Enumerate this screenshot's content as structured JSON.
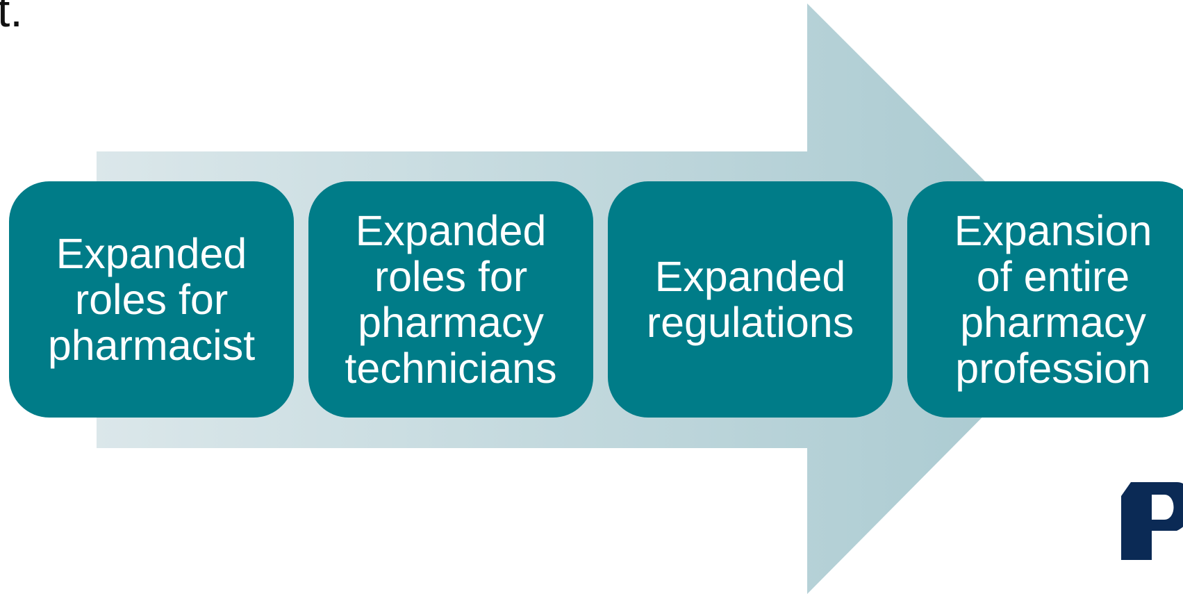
{
  "slide": {
    "clipped_text": "t."
  },
  "process": {
    "steps": [
      {
        "label": "Expanded\nroles for\npharmacist"
      },
      {
        "label": "Expanded\nroles for\npharmacy\ntechnicians"
      },
      {
        "label": "Expanded\nregulations"
      },
      {
        "label": "Expansion\nof entire\npharmacy\nprofession"
      }
    ]
  },
  "colors": {
    "box_fill": "#007c88",
    "arrow_light": "#dbe7ea",
    "arrow_dark": "#a6c8cf",
    "logo": "#0b2a55"
  },
  "logo": {
    "icon": "pharmacy-p-logo-icon"
  }
}
